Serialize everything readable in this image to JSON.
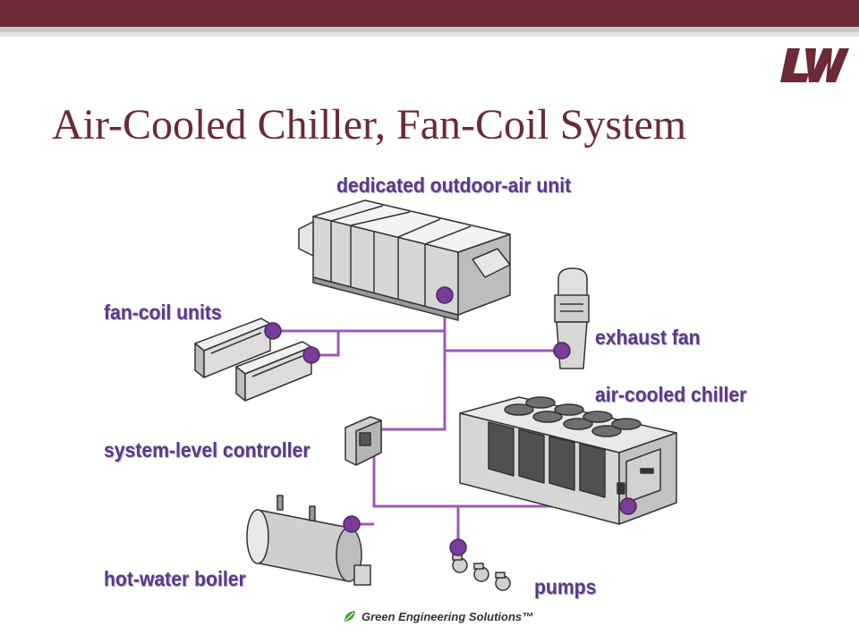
{
  "slide": {
    "title": "Air-Cooled Chiller, Fan-Coil System",
    "logo_text": "LW",
    "brand_color": "#6b2a35",
    "label_color": "#5a3a88",
    "pipe_color": "#9b59b6"
  },
  "labels": {
    "outdoor_air_unit": "dedicated outdoor-air unit",
    "fan_coil_units": "fan-coil units",
    "exhaust_fan": "exhaust fan",
    "air_cooled_chiller": "air-cooled chiller",
    "system_controller": "system-level controller",
    "hot_water_boiler": "hot-water boiler",
    "pumps": "pumps"
  },
  "footer": {
    "text": "Green Engineering Solutions™",
    "icon": "green-leaf-icon"
  }
}
